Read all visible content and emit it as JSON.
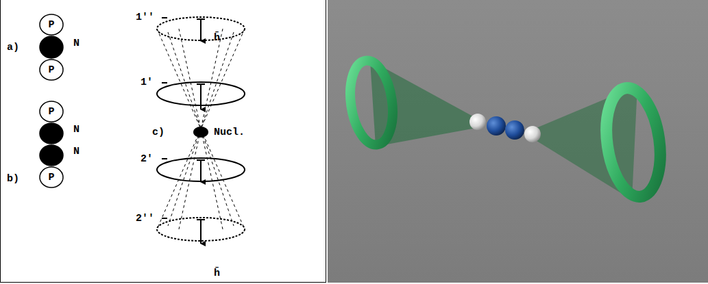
{
  "diagram": {
    "nodes": [
      {
        "text": [
          "P"
        ]
      },
      {
        "text": [
          "N"
        ]
      },
      {
        "text": [
          "P"
        ]
      },
      {
        "text": [
          "P"
        ]
      },
      {
        "text": [
          "N"
        ]
      },
      {
        "text": [
          "N"
        ]
      },
      {
        "text": [
          "P"
        ]
      }
    ],
    "labels": [
      "a)",
      "b)",
      "1''",
      "1'",
      "c)",
      "Nucl.",
      "2'",
      "2''",
      "h̄",
      "h̄"
    ]
  }
}
